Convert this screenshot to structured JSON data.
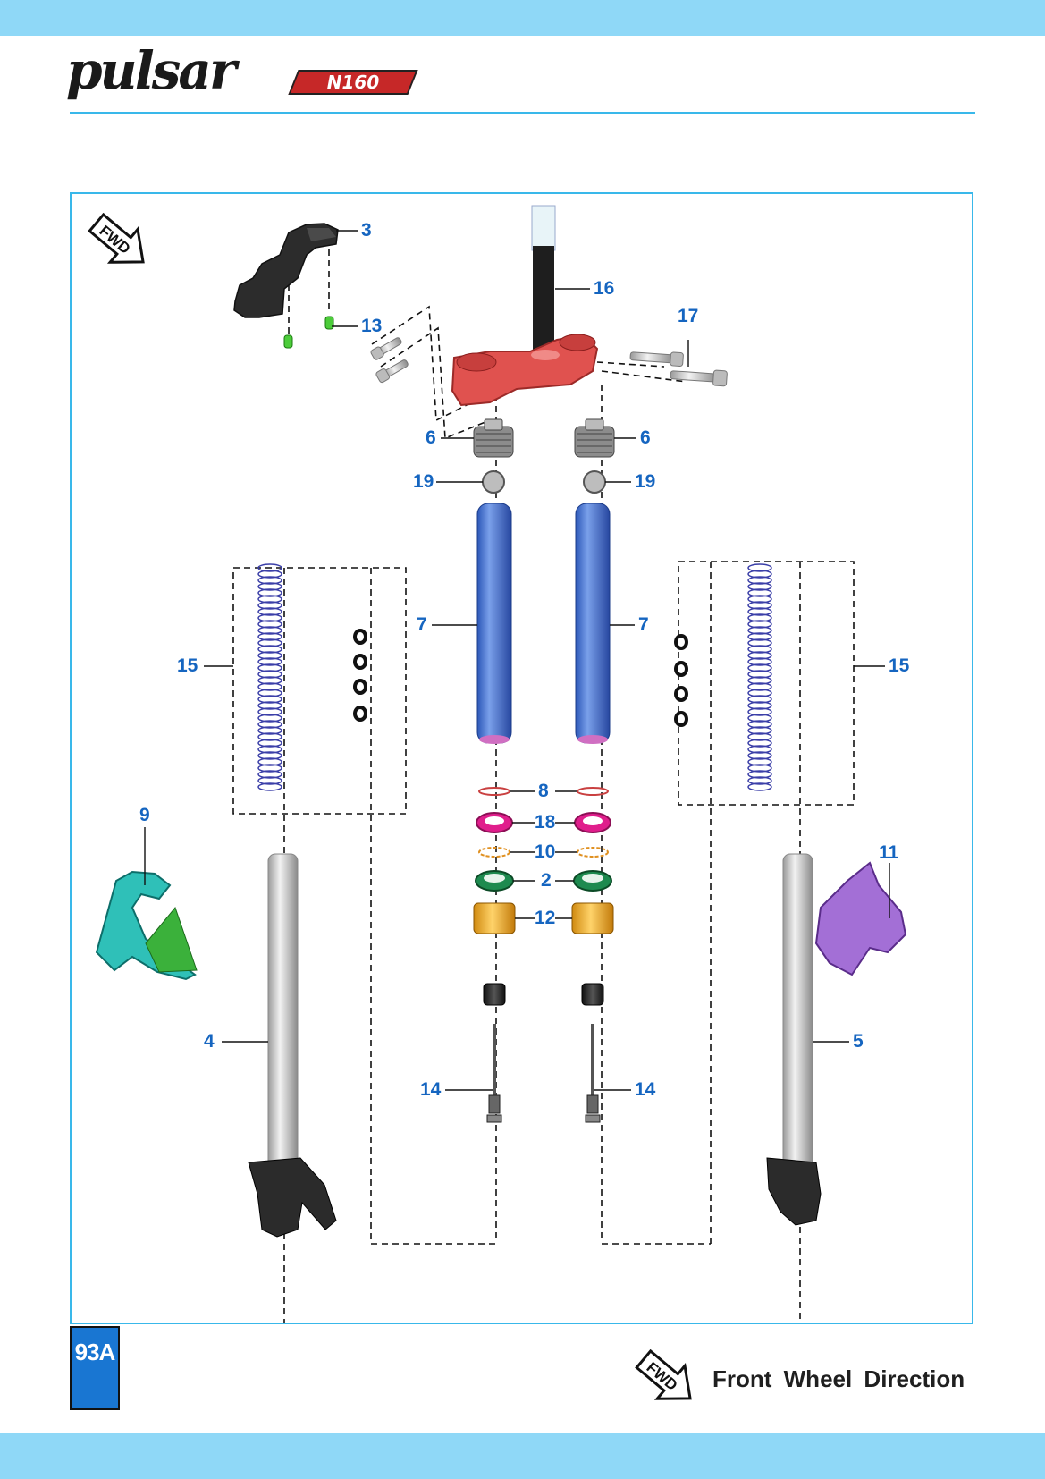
{
  "header": {
    "brand": "pulsar",
    "model": "N160"
  },
  "diagram": {
    "fwd_badge": "FWD",
    "callouts": [
      {
        "id": "c3",
        "label": "3"
      },
      {
        "id": "c16",
        "label": "16"
      },
      {
        "id": "c17",
        "label": "17"
      },
      {
        "id": "c13",
        "label": "13"
      },
      {
        "id": "c6l",
        "label": "6"
      },
      {
        "id": "c6r",
        "label": "6"
      },
      {
        "id": "c19l",
        "label": "19"
      },
      {
        "id": "c19r",
        "label": "19"
      },
      {
        "id": "c7l",
        "label": "7"
      },
      {
        "id": "c7r",
        "label": "7"
      },
      {
        "id": "c15l",
        "label": "15"
      },
      {
        "id": "c15r",
        "label": "15"
      },
      {
        "id": "c8",
        "label": "8"
      },
      {
        "id": "c18",
        "label": "18"
      },
      {
        "id": "c10",
        "label": "10"
      },
      {
        "id": "c2",
        "label": "2"
      },
      {
        "id": "c12",
        "label": "12"
      },
      {
        "id": "c9",
        "label": "9"
      },
      {
        "id": "c11",
        "label": "11"
      },
      {
        "id": "c4",
        "label": "4"
      },
      {
        "id": "c5",
        "label": "5"
      },
      {
        "id": "c14l",
        "label": "14"
      },
      {
        "id": "c14r",
        "label": "14"
      }
    ]
  },
  "footer": {
    "page_number": "93A",
    "fwd_badge": "FWD",
    "legend": "Front Wheel Direction"
  },
  "colors": {
    "band": "#8fd8f7",
    "rule": "#39b8ea",
    "callout": "#1565c0",
    "fork_tube": "#3f6fd1",
    "bracket": "#e0524f",
    "spring": "#3b3fa8",
    "page_tab": "#1976d2"
  }
}
